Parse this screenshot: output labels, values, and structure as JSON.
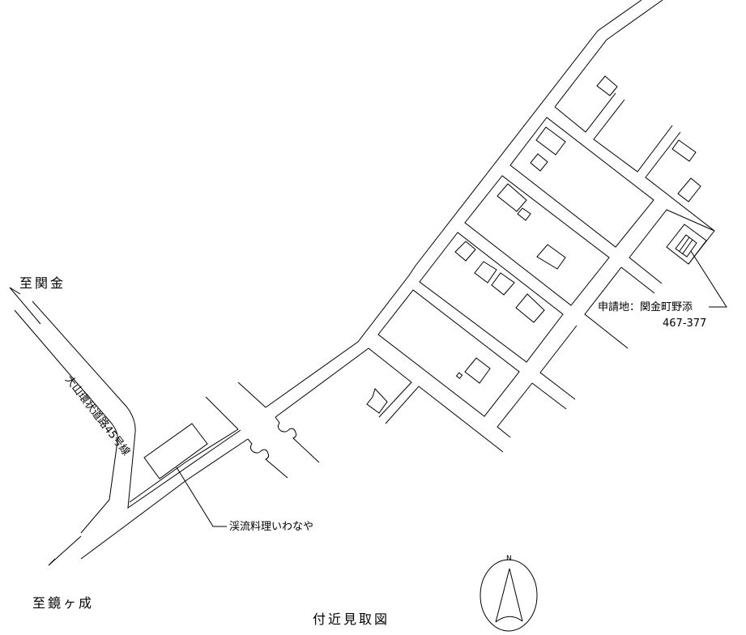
{
  "title": "付近見取図",
  "direction_labels": {
    "north_dest": "至関金",
    "south_dest": "至鏡ヶ成"
  },
  "road_name": "大山環状道路45号線",
  "landmark": "渓流料理いわなや",
  "site": {
    "label": "申請地：関金町野添",
    "lot_number": "467-377"
  },
  "compass": {
    "north_label": "N"
  },
  "colors": {
    "line": "#000000",
    "background": "#ffffff"
  }
}
